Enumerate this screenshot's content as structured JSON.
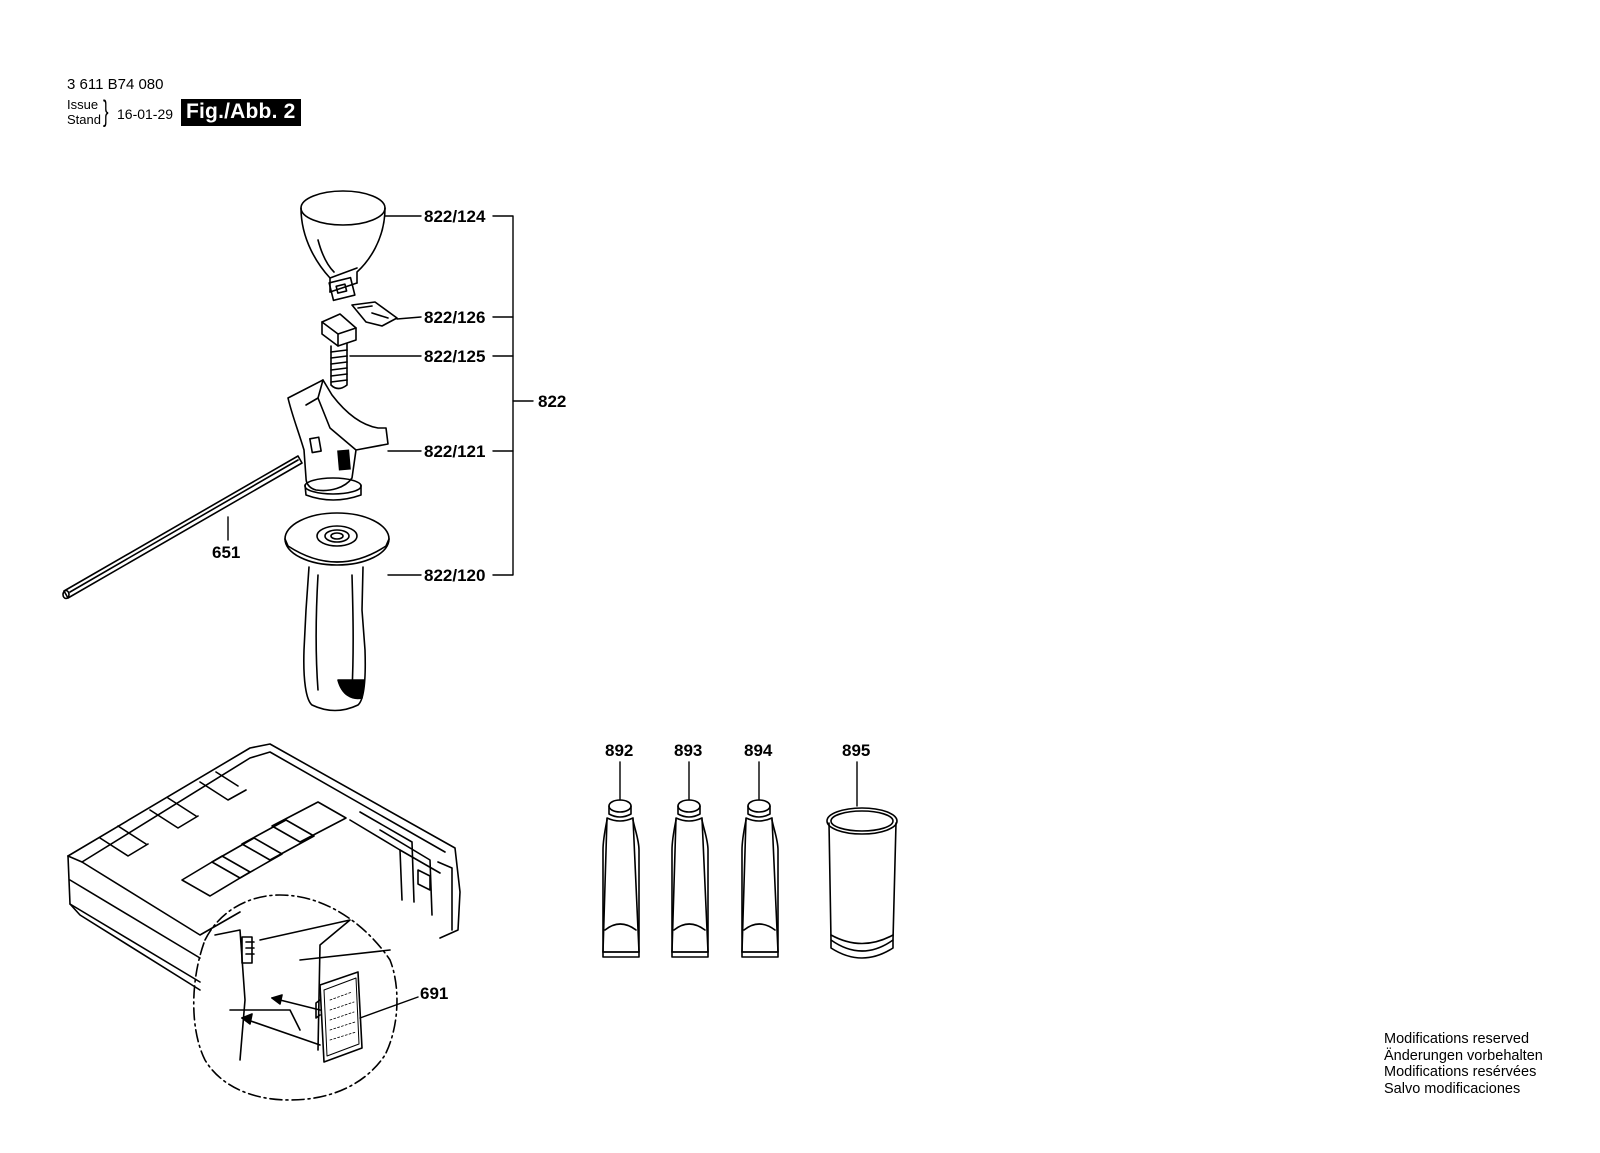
{
  "header": {
    "document_number": "3 611 B74 080",
    "issue_label": "Issue",
    "stand_label": "Stand",
    "issue_date": "16-01-29",
    "figure_title": "Fig./Abb. 2"
  },
  "parts": {
    "p822_124": "822/124",
    "p822_126": "822/126",
    "p822_125": "822/125",
    "p822_121": "822/121",
    "p822_120": "822/120",
    "p822": "822",
    "p651": "651",
    "p691": "691",
    "p892": "892",
    "p893": "893",
    "p894": "894",
    "p895": "895"
  },
  "footer": {
    "line1": "Modifications reserved",
    "line2": "Änderungen vorbehalten",
    "line3": "Modifications resérvées",
    "line4": "Salvo modificaciones"
  }
}
